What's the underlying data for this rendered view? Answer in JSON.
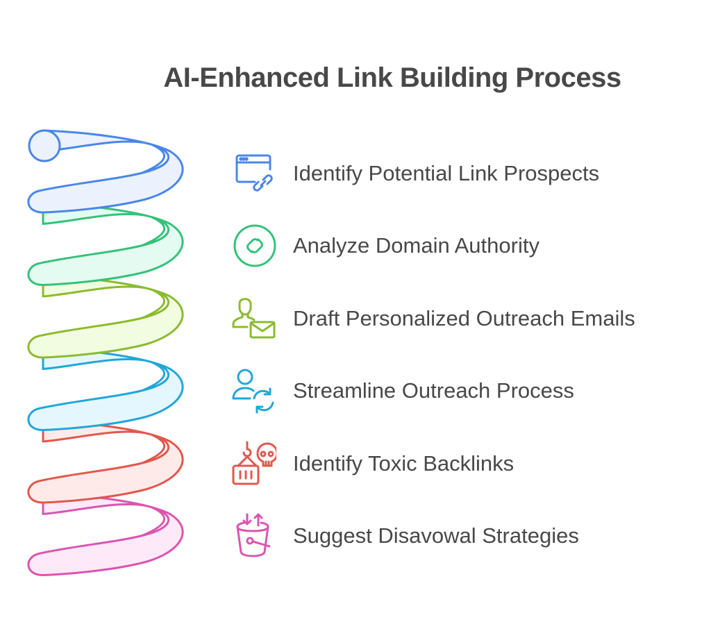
{
  "title": "AI-Enhanced Link Building Process",
  "steps": [
    {
      "label": "Identify Potential Link Prospects",
      "icon": "browser-link-icon",
      "stroke": "#4A86E8",
      "fill": "#EBF2FE"
    },
    {
      "label": "Analyze Domain Authority",
      "icon": "circle-link-icon",
      "stroke": "#34C279",
      "fill": "#E3FBF0"
    },
    {
      "label": "Draft Personalized Outreach Emails",
      "icon": "user-mail-icon",
      "stroke": "#8BBB2E",
      "fill": "#F2FCE0"
    },
    {
      "label": "Streamline Outreach Process",
      "icon": "user-sync-icon",
      "stroke": "#21A6D9",
      "fill": "#E5F7FE"
    },
    {
      "label": "Identify Toxic Backlinks",
      "icon": "skull-container-icon",
      "stroke": "#E2574C",
      "fill": "#FEEBE9"
    },
    {
      "label": "Suggest Disavowal Strategies",
      "icon": "bucket-arrows-icon",
      "stroke": "#DA55B0",
      "fill": "#FDE9F7"
    }
  ]
}
